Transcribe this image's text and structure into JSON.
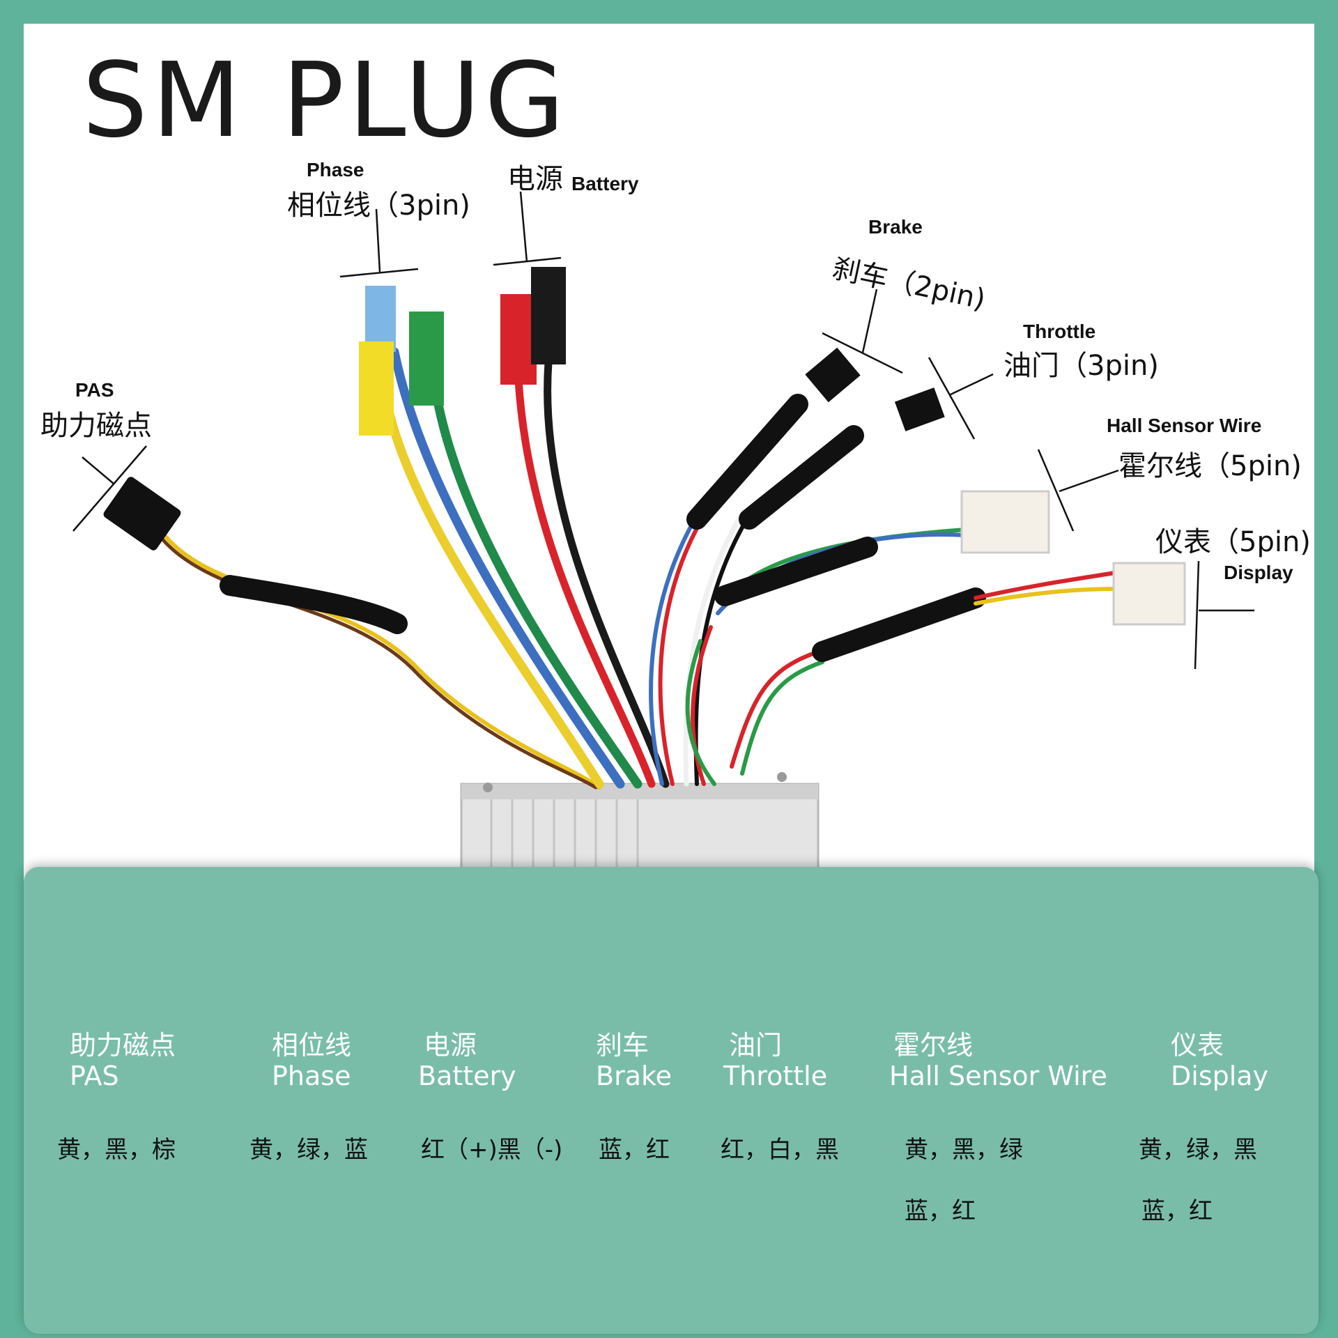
{
  "title": "SM PLUG",
  "callouts": {
    "phase": {
      "en": "Phase",
      "zh": "相位线（3pin)"
    },
    "battery": {
      "zh": "电源",
      "en": "Battery"
    },
    "brake": {
      "en": "Brake",
      "zh": "刹车（2pin)"
    },
    "throttle": {
      "en": "Throttle",
      "zh": "油门（3pin)"
    },
    "hall": {
      "en": "Hall Sensor Wire",
      "zh": "霍尔线（5pin)"
    },
    "display": {
      "zh": "仪表（5pin)",
      "en": "Display"
    },
    "pas": {
      "en": "PAS",
      "zh": "助力磁点"
    }
  },
  "table": [
    {
      "zh": "助力磁点",
      "en": "PAS",
      "wires": "黄，黑，棕",
      "wires2": ""
    },
    {
      "zh": "相位线",
      "en": "Phase",
      "wires": "黄，绿，蓝",
      "wires2": ""
    },
    {
      "zh": "电源",
      "en": "Battery",
      "wires": "红（+)黑（-)",
      "wires2": ""
    },
    {
      "zh": "刹车",
      "en": "Brake",
      "wires": "蓝，红",
      "wires2": ""
    },
    {
      "zh": "油门",
      "en": "Throttle",
      "wires": "红，白，黑",
      "wires2": ""
    },
    {
      "zh": "霍尔线",
      "en": "Hall Sensor Wire",
      "wires": "黄，黑，绿",
      "wires2": "蓝，红"
    },
    {
      "zh": "仪表",
      "en": "Display",
      "wires": "黄，绿，黑",
      "wires2": "蓝，红"
    }
  ],
  "colors": {
    "frame": "#5fb39a",
    "panel": "#79bda8",
    "text_dark": "#111111",
    "text_light": "#ffffff"
  }
}
